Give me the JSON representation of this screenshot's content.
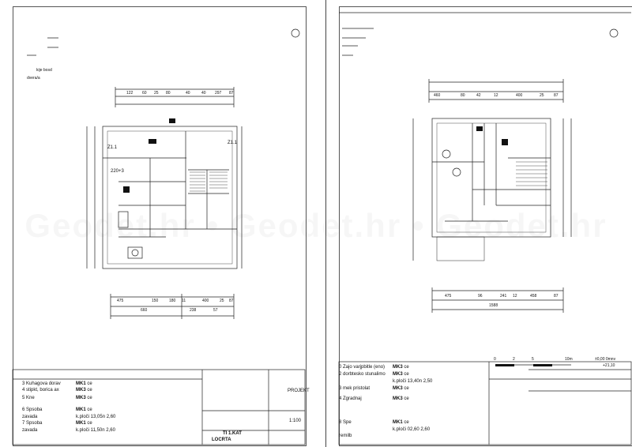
{
  "left_sheet": {
    "header_notes": [
      "kije bosd",
      "dvera/a"
    ],
    "dims_top": [
      "122",
      "60",
      "25",
      "80",
      "40",
      "40",
      "297",
      "87"
    ],
    "dims_bottom_1": [
      "475",
      "150",
      "180",
      "11",
      "400",
      "25",
      "87"
    ],
    "dims_bottom_2": [
      "660",
      "238",
      "57"
    ],
    "room_labels": [
      "Z1.1",
      "Z1.1",
      "220+3"
    ],
    "room_table": [
      {
        "num": "3",
        "name": "Kuhagova dorav",
        "code": "MK1",
        "area": "ce"
      },
      {
        "num": "4",
        "name": "stipkt, borica ax",
        "code": "MK3",
        "area": "ce"
      },
      {
        "num": "5",
        "name": "Kne",
        "code": "MK3",
        "area": "ce"
      },
      {
        "num": "6",
        "name": "Spsoba",
        "code": "MK1",
        "area": "ce"
      },
      {
        "num": "7",
        "name": "Spsoba",
        "code": "MK1",
        "area": "ce"
      }
    ],
    "room_foot": [
      "zavada",
      "zavada",
      "k.ploči 13,05n 2,60",
      "k.ploči 11,50n 2,60"
    ],
    "title_block": [
      "PROJEKT",
      "1:100",
      "TI 1.KAT",
      "LOCRTA"
    ]
  },
  "right_sheet": {
    "dims_top": [
      "460",
      "80",
      "42",
      "12",
      "400",
      "25",
      "87"
    ],
    "dims_bottom_1": [
      "475",
      "96",
      "241",
      "12",
      "458",
      "87"
    ],
    "dims_bottom_2": [
      "1588"
    ],
    "scale_bar": [
      "0",
      "2",
      "5",
      "10m"
    ],
    "level_notes": [
      "±0,00 0mnv",
      "+21,10"
    ],
    "room_table": [
      {
        "num": "0",
        "name": "Zajo varjpbitle (eno)",
        "code": "MK3",
        "area": "ce"
      },
      {
        "num": "2",
        "name": "dorbtesko stunalimo",
        "code": "MK3",
        "area": "ce"
      },
      {
        "num": "3",
        "name": "mek pristolat",
        "code": "MK3",
        "area": "ce"
      },
      {
        "num": "4",
        "name": "Zgradnaj",
        "code": "MK3",
        "area": "ce"
      },
      {
        "num": "8",
        "name": "Spe",
        "code": "MK1",
        "area": "ce"
      }
    ],
    "room_foot": [
      "k.ploči 13,40n 2,50",
      "k.ploči 02,60 2,60",
      "remilb"
    ]
  },
  "watermark": "Geodet.hr • Geodet.hr • Geodet.hr"
}
